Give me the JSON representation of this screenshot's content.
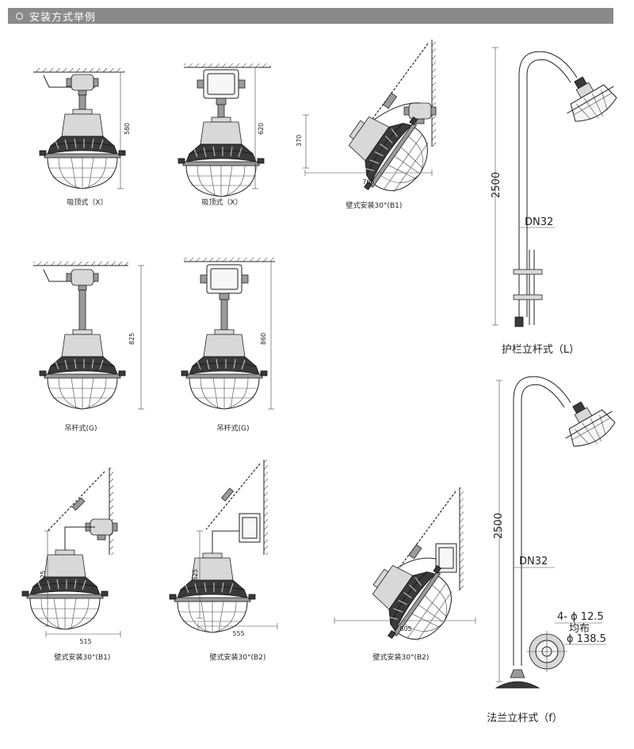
{
  "header": {
    "title": "安装方式举例"
  },
  "captions": {
    "ceiling_1": "吸顶式（X）",
    "ceiling_2": "吸顶式（X）",
    "wall_30_b1_top": "壁式安装30°(B1)",
    "guardrail": "护栏立杆式（L）",
    "pendant_1": "吊杆式(G)",
    "pendant_2": "吊杆式(G)",
    "wall_30_b1": "壁式安装30°(B1)",
    "wall_30_b2_a": "壁式安装30°(B2)",
    "wall_30_b2_b": "壁式安装30°(B2)",
    "flange": "法兰立杆式（f）"
  },
  "dimensions": {
    "d580": "580",
    "d620": "620",
    "d370": "370",
    "d765": "765",
    "d825": "825",
    "d860": "860",
    "d625_a": "625",
    "d515": "515",
    "d625_b": "625",
    "d555": "555",
    "d805": "805",
    "d2500_top": "2500",
    "dn32_top": "DN32",
    "d2500_bottom": "2500",
    "dn32_bottom": "DN32",
    "holes": "4- ϕ 12.5",
    "evenly": "均布",
    "pcd": "ϕ 138.5"
  }
}
